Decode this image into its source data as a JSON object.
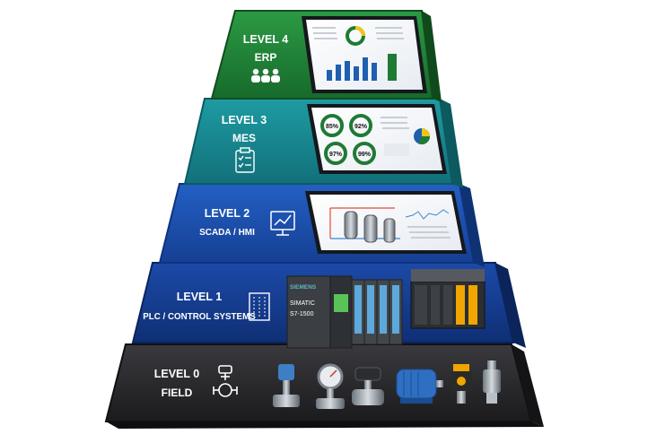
{
  "pyramid": {
    "levels": [
      {
        "id": "level4",
        "title": "LEVEL 4",
        "subtitle": "ERP",
        "icon": "people-group-icon",
        "color": "#1f7a34"
      },
      {
        "id": "level3",
        "title": "LEVEL 3",
        "subtitle": "MES",
        "icon": "checklist-clipboard-icon",
        "color": "#167f86"
      },
      {
        "id": "level2",
        "title": "LEVEL 2",
        "subtitle": "SCADA / HMI",
        "icon": "monitor-chart-icon",
        "color": "#1849a8"
      },
      {
        "id": "level1",
        "title": "LEVEL 1",
        "subtitle": "PLC / CONTROL SYSTEMS",
        "icon": "plc-rack-icon",
        "color": "#133a8c"
      },
      {
        "id": "level0",
        "title": "LEVEL 0",
        "subtitle": "FIELD",
        "icon": "valve-actuator-icon",
        "color": "#2a2a2d"
      }
    ],
    "mes_gauges": [
      "85%",
      "92%",
      "97%",
      "99%"
    ],
    "plc": {
      "brand": "SIEMENS",
      "model_line1": "SIMATIC",
      "model_line2": "S7-1500"
    }
  }
}
